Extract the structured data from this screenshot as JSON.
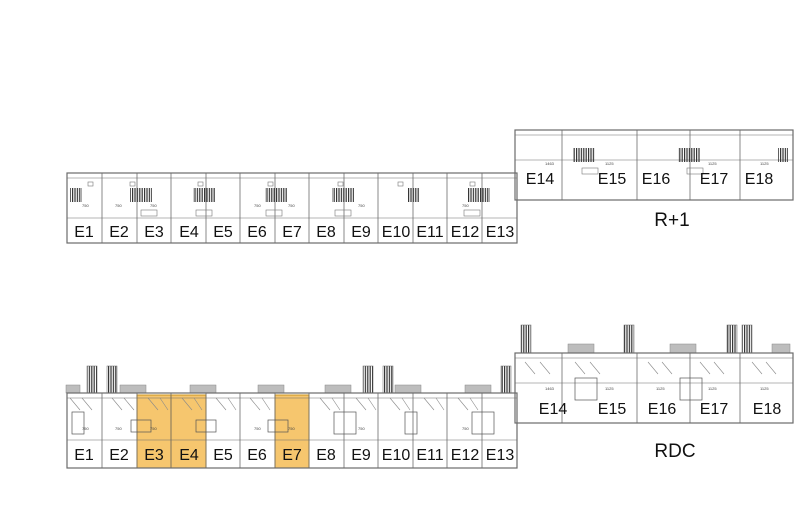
{
  "levels": {
    "upper": {
      "name": "R+1",
      "units": [
        "E1",
        "E2",
        "E3",
        "E4",
        "E5",
        "E6",
        "E7",
        "E8",
        "E9",
        "E10",
        "E11",
        "E12",
        "E13",
        "E14",
        "E15",
        "E16",
        "E17",
        "E18"
      ]
    },
    "ground": {
      "name": "RDC",
      "units": [
        "E1",
        "E2",
        "E3",
        "E4",
        "E5",
        "E6",
        "E7",
        "E8",
        "E9",
        "E10",
        "E11",
        "E12",
        "E13",
        "E14",
        "E15",
        "E16",
        "E17",
        "E18"
      ],
      "highlighted": [
        "E3",
        "E4",
        "E7"
      ]
    }
  },
  "dimension_marks": [
    "750",
    "1125",
    "1463"
  ],
  "colors": {
    "line": "#6b6b6b",
    "highlight_fill": "#f6c66e",
    "highlight_stroke": "#c8921e",
    "gray_block": "#bdbdbd"
  }
}
